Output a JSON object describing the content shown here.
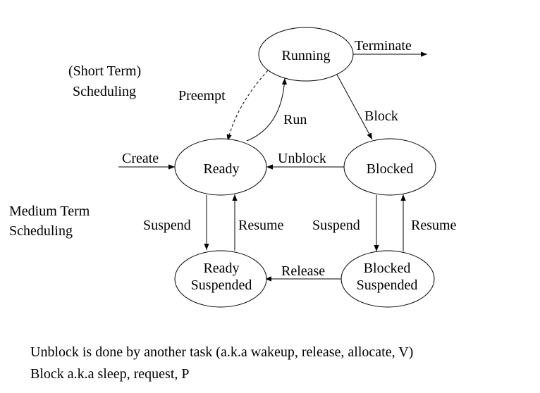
{
  "states": {
    "running": "Running",
    "ready": "Ready",
    "blocked": "Blocked",
    "ready_suspended": [
      "Ready",
      "Suspended"
    ],
    "blocked_suspended": [
      "Blocked",
      "Suspended"
    ]
  },
  "transitions": {
    "terminate": "Terminate",
    "preempt": "Preempt",
    "run": "Run",
    "block": "Block",
    "create": "Create",
    "unblock": "Unblock",
    "suspend_ready": "Suspend",
    "resume_ready": "Resume",
    "suspend_blocked": "Suspend",
    "resume_blocked": "Resume",
    "release": "Release"
  },
  "side_labels": {
    "short_term": [
      "(Short Term)",
      "Scheduling"
    ],
    "medium_term": [
      "Medium Term",
      "Scheduling"
    ]
  },
  "notes": [
    "Unblock is done by another task  (a.k.a wakeup, release, allocate, V)",
    "Block a.k.a sleep, request, P"
  ]
}
